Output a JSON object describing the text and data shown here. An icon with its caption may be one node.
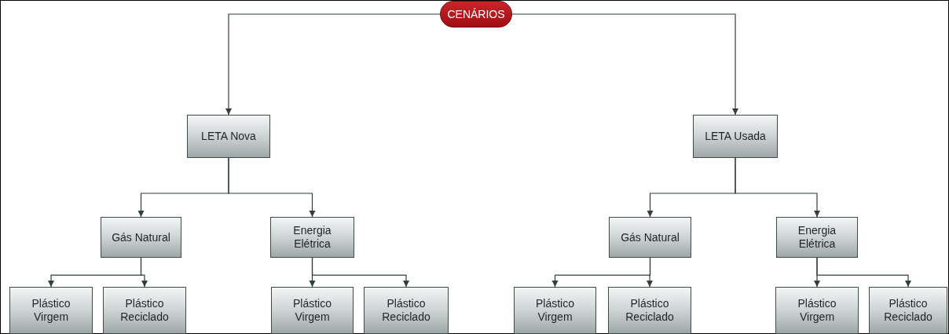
{
  "diagram": {
    "nodes": [
      {
        "text": [
          "CENÁRIOS"
        ]
      },
      {
        "text": [
          "LETA Nova"
        ]
      },
      {
        "text": [
          "LETA Usada"
        ]
      },
      {
        "text": [
          "Gás Natural"
        ]
      },
      {
        "text": [
          "Energia Elétrica"
        ]
      },
      {
        "text": [
          "Gás Natural"
        ]
      },
      {
        "text": [
          "Energia Elétrica"
        ]
      },
      {
        "text": [
          "Plástico Virgem"
        ]
      },
      {
        "text": [
          "Plástico Reciclado"
        ]
      },
      {
        "text": [
          "Plástico Virgem"
        ]
      },
      {
        "text": [
          "Plástico Reciclado"
        ]
      },
      {
        "text": [
          "Plástico Virgem"
        ]
      },
      {
        "text": [
          "Plástico Reciclado"
        ]
      },
      {
        "text": [
          "Plástico Virgem"
        ]
      },
      {
        "text": [
          "Plástico Reciclado"
        ]
      }
    ],
    "edges": [
      {
        "from": 0,
        "to": 1,
        "arrow": "to"
      },
      {
        "from": 0,
        "to": 2,
        "arrow": "to"
      },
      {
        "from": 1,
        "to": 3,
        "arrow": "to"
      },
      {
        "from": 1,
        "to": 4,
        "arrow": "to"
      },
      {
        "from": 2,
        "to": 5,
        "arrow": "to"
      },
      {
        "from": 2,
        "to": 6,
        "arrow": "to"
      },
      {
        "from": 3,
        "to": 7,
        "arrow": "to"
      },
      {
        "from": 3,
        "to": 8,
        "arrow": "to"
      },
      {
        "from": 4,
        "to": 9,
        "arrow": "to"
      },
      {
        "from": 4,
        "to": 10,
        "arrow": "to"
      },
      {
        "from": 5,
        "to": 11,
        "arrow": "to"
      },
      {
        "from": 5,
        "to": 12,
        "arrow": "to"
      },
      {
        "from": 6,
        "to": 13,
        "arrow": "to"
      },
      {
        "from": 6,
        "to": 14,
        "arrow": "to"
      }
    ]
  }
}
